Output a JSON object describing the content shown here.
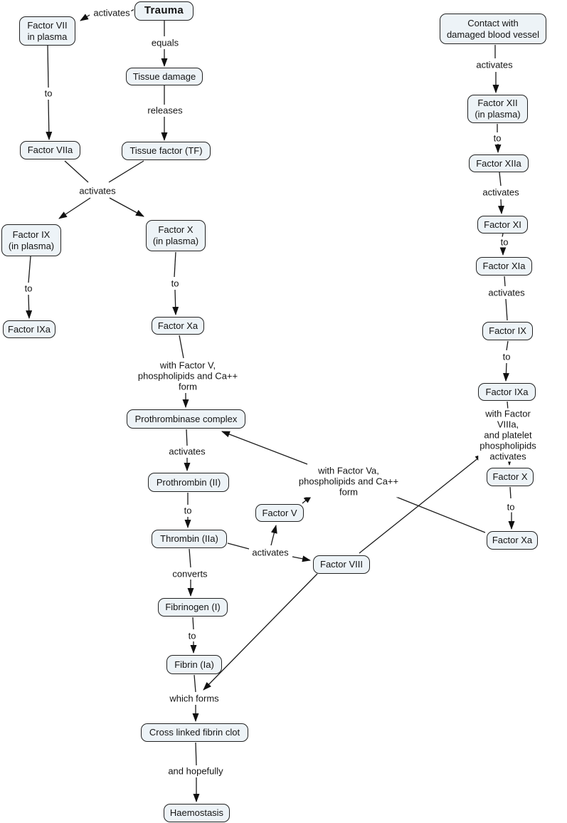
{
  "theme": {
    "node_fill": "#edf3f7",
    "node_border": "#222222",
    "line_color": "#1a1a1a",
    "text_color": "#141414"
  },
  "nodes": {
    "trauma": "Trauma",
    "factor_vii_plasma": "Factor VII\nin plasma",
    "tissue_damage": "Tissue damage",
    "tissue_factor": "Tissue factor (TF)",
    "factor_viia": "Factor VIIa",
    "factor_ix_plasma": "Factor IX\n(in plasma)",
    "factor_ixa_left": "Factor IXa",
    "factor_x_plasma": "Factor X\n(in plasma)",
    "factor_xa_mid": "Factor Xa",
    "prothrombinase": "Prothrombinase complex",
    "prothrombin": "Prothrombin (II)",
    "thrombin": "Thrombin (IIa)",
    "fibrinogen": "Fibrinogen (I)",
    "fibrin": "Fibrin (Ia)",
    "cross_linked_clot": "Cross linked fibrin clot",
    "haemostasis": "Haemostasis",
    "factor_v": "Factor V",
    "factor_viii": "Factor VIII",
    "contact_vessel": "Contact with\ndamaged blood vessel",
    "factor_xii_plasma": "Factor XII\n(in plasma)",
    "factor_xiia": "Factor XIIa",
    "factor_xi": "Factor XI",
    "factor_xia": "Factor XIa",
    "factor_ix_right": "Factor IX",
    "factor_ixa_right": "Factor IXa",
    "factor_x_right": "Factor X",
    "factor_xa_right": "Factor Xa"
  },
  "edge_labels": {
    "activates_trauma_vii": "activates",
    "equals": "equals",
    "releases": "releases",
    "to_vii_viia": "to",
    "activates_cross": "activates",
    "to_ix_ixa_left": "to",
    "to_x_xa_mid": "to",
    "with_factor_v": "with Factor V,\nphospholipids and Ca++\nform",
    "activates_prothrombinase": "activates",
    "to_prothrombin_thrombin": "to",
    "converts": "converts",
    "to_fibrinogen_fibrin": "to",
    "which_forms": "which forms",
    "and_hopefully": "and hopefully",
    "activates_thrombin": "activates",
    "with_factor_va": "with Factor Va,\nphospholipids and Ca++\nform",
    "with_factor_viiia": "with Factor VIIIa,\nand platelet phospholipids\nactivates",
    "activates_contact_xii": "activates",
    "to_xii_xiia": "to",
    "activates_xiia_xi": "activates",
    "to_xi_xia": "to",
    "activates_xia_ix": "activates",
    "to_ix_ixa_right": "to",
    "to_x_xa_right": "to"
  }
}
